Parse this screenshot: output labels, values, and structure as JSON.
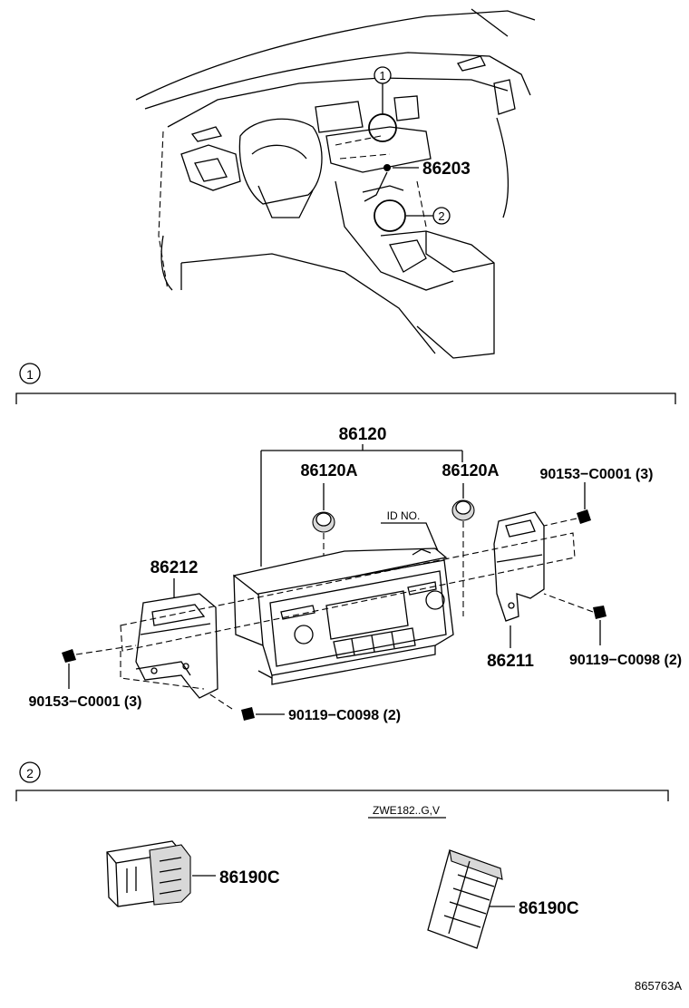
{
  "dashboard": {
    "callout_1": "1",
    "callout_2": "2",
    "part_86203": "86203"
  },
  "section_1": {
    "callout": "1",
    "assembly": "86120",
    "knob_left": "86120A",
    "knob_right": "86120A",
    "id_no": "ID NO.",
    "screw_top_right": "90153−C0001 (3)",
    "bracket_left": "86212",
    "bracket_right": "86211",
    "screw_right": "90119−C0098 (2)",
    "screw_left": "90153−C0001 (3)",
    "screw_bottom": "90119−C0098 (2)"
  },
  "section_2": {
    "callout": "2",
    "condition": "ZWE182..G,V",
    "part_left": "86190C",
    "part_right": "86190C"
  },
  "footer": {
    "illustration_no": "865763A"
  }
}
